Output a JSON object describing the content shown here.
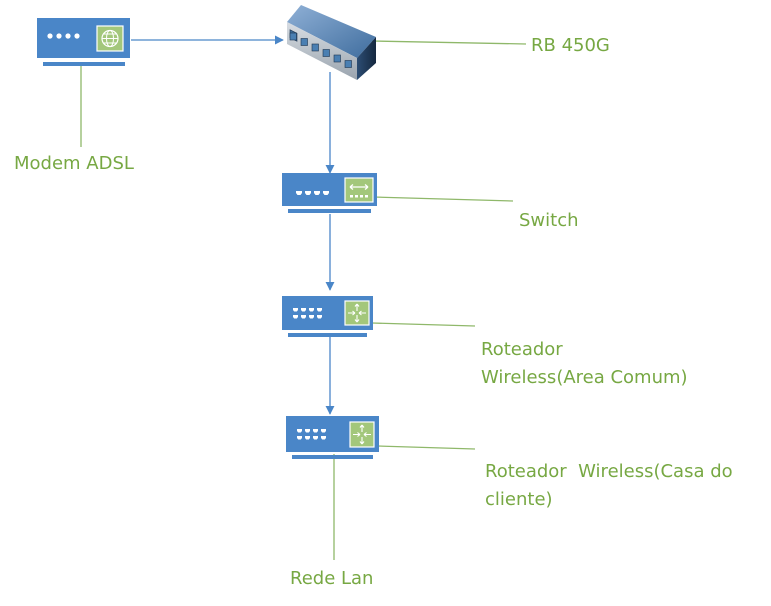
{
  "diagram": {
    "colors": {
      "device_blue": "#4a86c8",
      "device_green": "#a3c77b",
      "label_green": "#77a843",
      "connector_blue": "#4a86c8",
      "leader_green": "#8fb86a"
    },
    "nodes": [
      {
        "id": "modem",
        "label": "Modem ADSL",
        "icon": "modem-globe-icon"
      },
      {
        "id": "rb450g",
        "label": "RB 450G",
        "icon": "router-board-icon"
      },
      {
        "id": "switch",
        "label": "Switch",
        "icon": "switch-icon"
      },
      {
        "id": "router1",
        "label_lines": [
          "Roteador",
          "Wireless(Area Comum)"
        ],
        "icon": "wireless-router-icon"
      },
      {
        "id": "router2",
        "label_lines": [
          "Roteador  Wireless(Casa do",
          "cliente)"
        ],
        "icon": "wireless-router-icon"
      },
      {
        "id": "lan",
        "label": "Rede Lan"
      }
    ],
    "edges": [
      {
        "from": "modem",
        "to": "rb450g"
      },
      {
        "from": "rb450g",
        "to": "switch"
      },
      {
        "from": "switch",
        "to": "router1"
      },
      {
        "from": "router1",
        "to": "router2"
      },
      {
        "from": "router2",
        "to": "lan"
      }
    ]
  }
}
